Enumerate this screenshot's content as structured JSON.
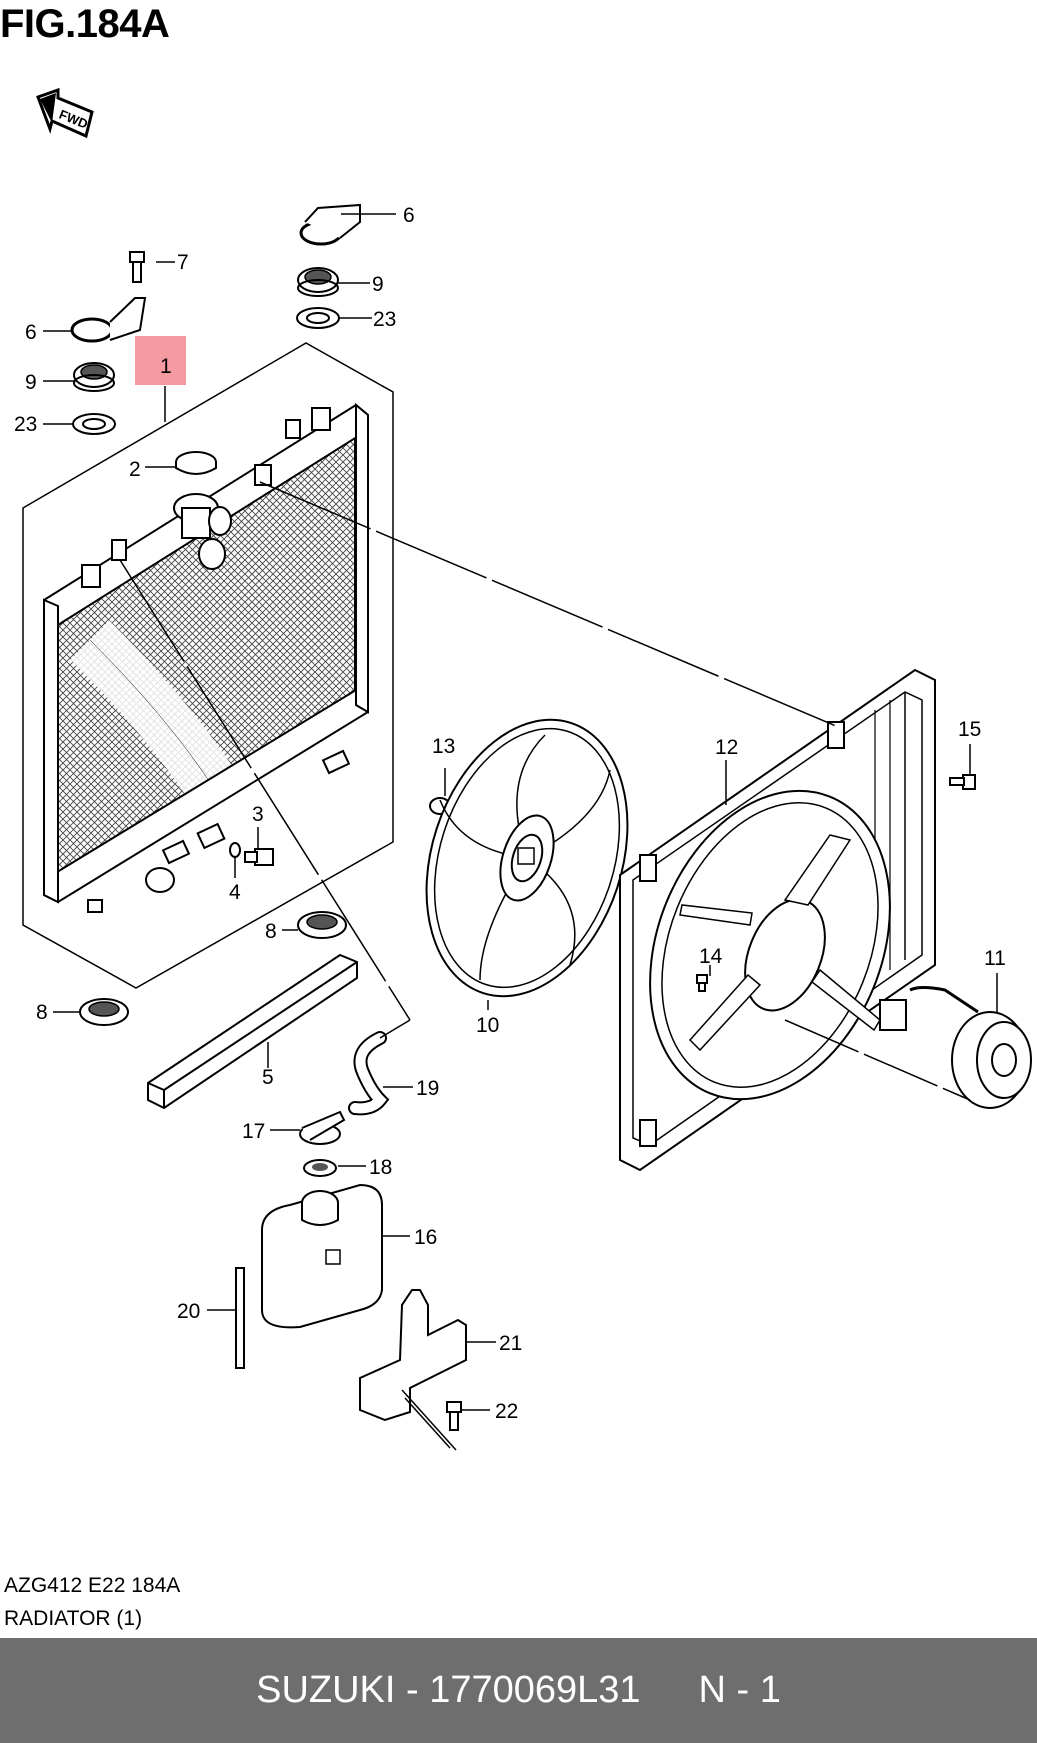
{
  "figure": {
    "title": "FIG.184A",
    "code": "AZG412 E22 184A",
    "caption": "RADIATOR (1)",
    "fwd_label": "FWD"
  },
  "callouts": {
    "c1": "1",
    "c2": "2",
    "c3": "3",
    "c4": "4",
    "c5": "5",
    "c6a": "6",
    "c6b": "6",
    "c7": "7",
    "c8a": "8",
    "c8b": "8",
    "c9a": "9",
    "c9b": "9",
    "c10": "10",
    "c11": "11",
    "c12": "12",
    "c13": "13",
    "c14": "14",
    "c15": "15",
    "c16": "16",
    "c17": "17",
    "c18": "18",
    "c19": "19",
    "c20": "20",
    "c21": "21",
    "c22": "22",
    "c23a": "23",
    "c23b": "23"
  },
  "footer": {
    "part": "SUZUKI - 1770069L31",
    "page": "N - 1"
  },
  "colors": {
    "highlight": "#f59aa0",
    "footer_bg": "#6e6e6e"
  }
}
